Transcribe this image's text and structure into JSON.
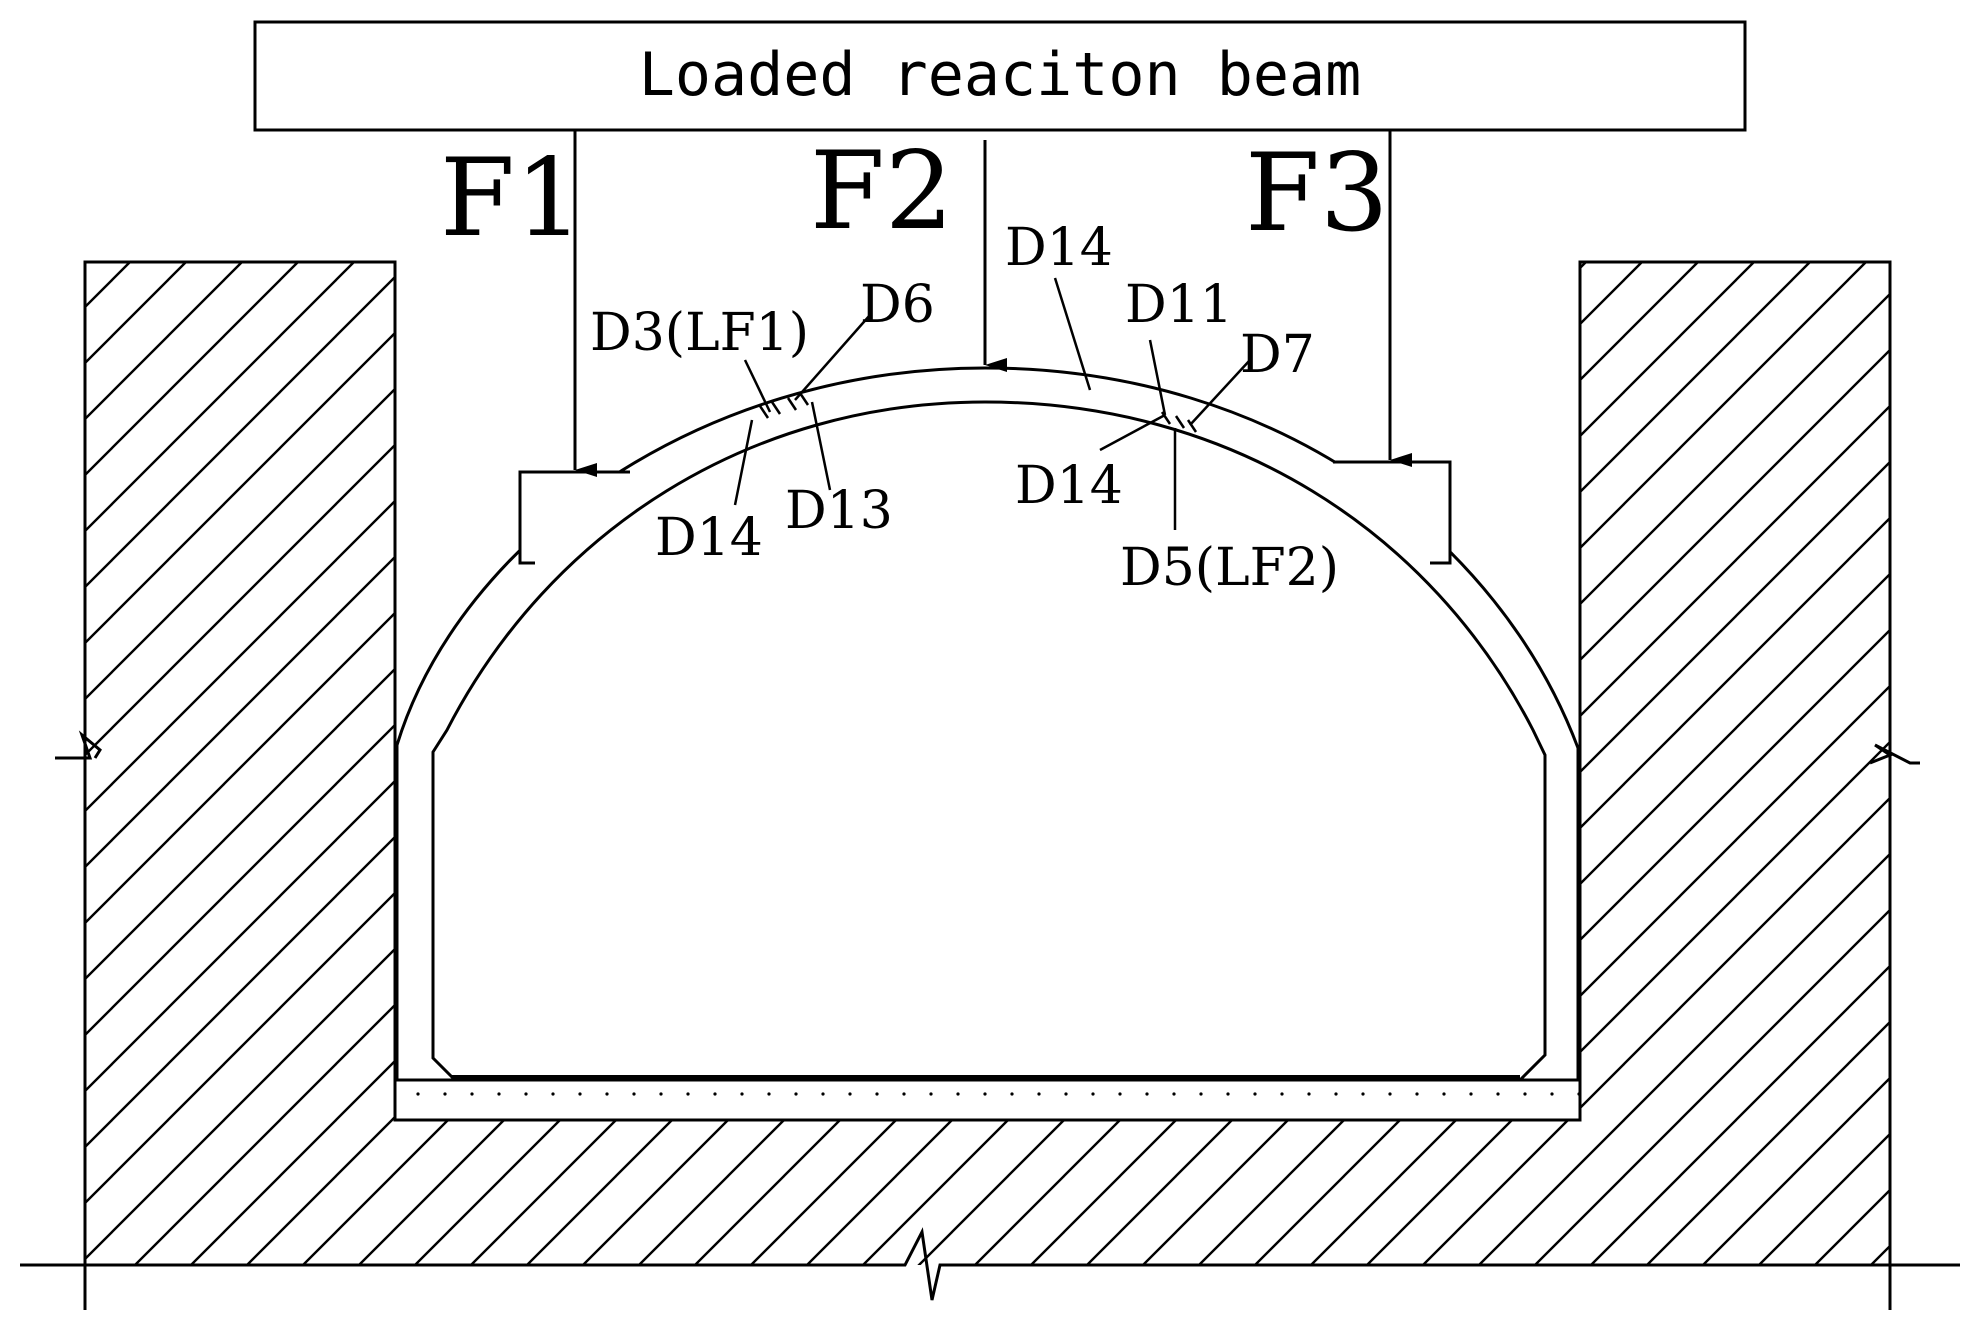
{
  "beam": {
    "label": "Loaded reaciton beam"
  },
  "forces": {
    "f1": "F1",
    "f2": "F2",
    "f3": "F3"
  },
  "gauges": {
    "d3": "D3(LF1)",
    "d6": "D6",
    "d14_left": "D14",
    "d13": "D13",
    "d14_top": "D14",
    "d11": "D11",
    "d7": "D7",
    "d14_right": "D14",
    "d5": "D5(LF2)"
  },
  "colors": {
    "line": "#000000",
    "background": "#ffffff"
  }
}
